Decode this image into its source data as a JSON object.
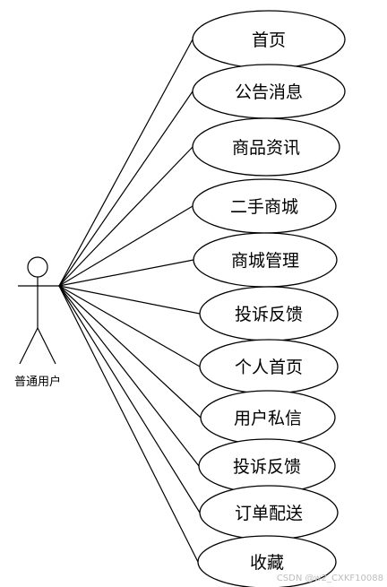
{
  "actor": {
    "label": "普通用户"
  },
  "use_cases": [
    {
      "label": "首页"
    },
    {
      "label": "公告消息"
    },
    {
      "label": "商品资讯"
    },
    {
      "label": "二手商城"
    },
    {
      "label": "商城管理"
    },
    {
      "label": "投诉反馈"
    },
    {
      "label": "个人首页"
    },
    {
      "label": "用户私信"
    },
    {
      "label": "投诉反馈"
    },
    {
      "label": "订单配送"
    },
    {
      "label": "收藏"
    }
  ],
  "watermark": "CSDN @w2_CXKF10088"
}
